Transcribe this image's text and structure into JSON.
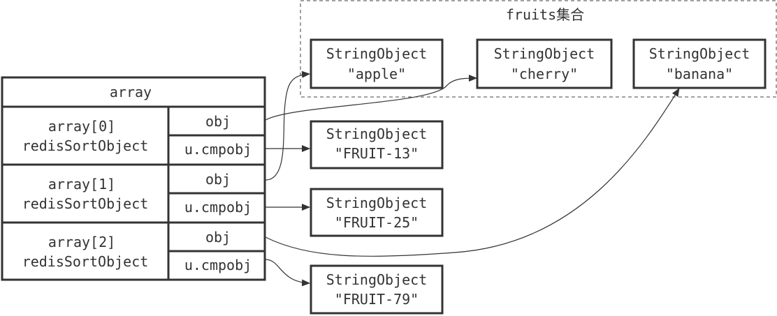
{
  "set": {
    "title": "fruits集合"
  },
  "set_members": [
    {
      "type": "StringObject",
      "value": "\"apple\""
    },
    {
      "type": "StringObject",
      "value": "\"cherry\""
    },
    {
      "type": "StringObject",
      "value": "\"banana\""
    }
  ],
  "array": {
    "title": "array",
    "rows": [
      {
        "name": "array[0]",
        "type": "redisSortObject",
        "obj_label": "obj",
        "cmp_label": "u.cmpobj"
      },
      {
        "name": "array[1]",
        "type": "redisSortObject",
        "obj_label": "obj",
        "cmp_label": "u.cmpobj"
      },
      {
        "name": "array[2]",
        "type": "redisSortObject",
        "obj_label": "obj",
        "cmp_label": "u.cmpobj"
      }
    ]
  },
  "cmp_objects": [
    {
      "type": "StringObject",
      "value": "\"FRUIT-13\""
    },
    {
      "type": "StringObject",
      "value": "\"FRUIT-25\""
    },
    {
      "type": "StringObject",
      "value": "\"FRUIT-79\""
    }
  ]
}
